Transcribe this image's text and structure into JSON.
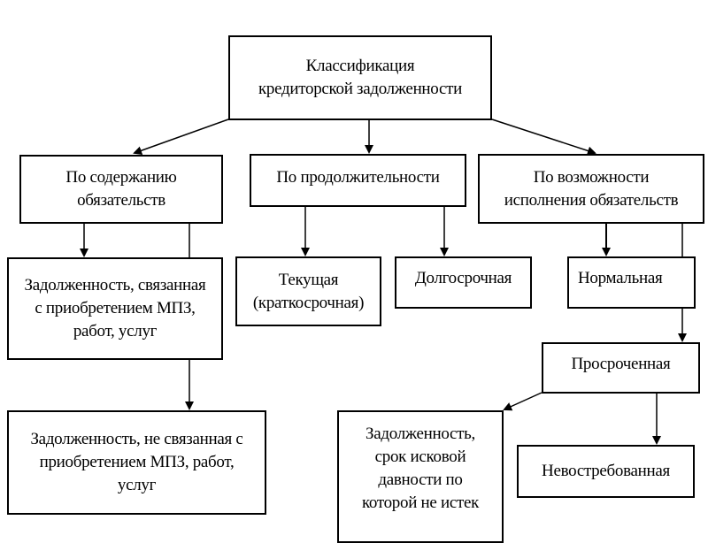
{
  "diagram": {
    "root": {
      "label": "Классификация\nкредиторской задолженности"
    },
    "categories": [
      {
        "id": "by-content",
        "label": "По содержанию\nобязательств"
      },
      {
        "id": "by-duration",
        "label": "По продолжительности"
      },
      {
        "id": "by-execution",
        "label": "По возможности\nисполнения обязательств"
      }
    ],
    "nodes": {
      "related_debt": "Задолженность,  связанная\nс приобретением МПЗ,\nработ, услуг",
      "unrelated_debt": "Задолженность, не связанная с\nприобретением МПЗ, работ,\nуслуг",
      "current": "Текущая\n(краткосрочная)",
      "long_term": "Долгосрочная",
      "normal": "Нормальная",
      "overdue": "Просроченная",
      "not_expired": "Задолженность,\nсрок исковой\nдавности по\nкоторой не истек",
      "unclaimed": "Невостребованная"
    },
    "edges": [
      [
        "root",
        "by-content"
      ],
      [
        "root",
        "by-duration"
      ],
      [
        "root",
        "by-execution"
      ],
      [
        "by-content",
        "related_debt"
      ],
      [
        "by-content",
        "unrelated_debt"
      ],
      [
        "by-duration",
        "current"
      ],
      [
        "by-duration",
        "long_term"
      ],
      [
        "by-execution",
        "normal"
      ],
      [
        "by-execution",
        "overdue"
      ],
      [
        "overdue",
        "not_expired"
      ],
      [
        "overdue",
        "unclaimed"
      ]
    ]
  }
}
